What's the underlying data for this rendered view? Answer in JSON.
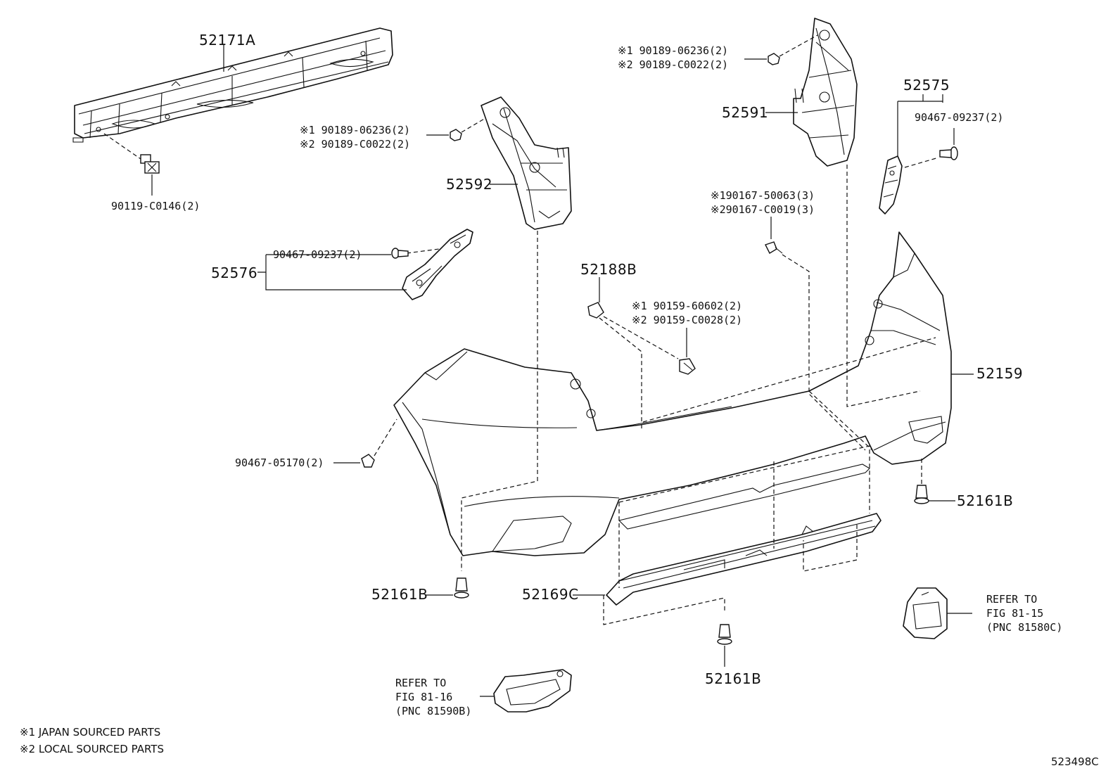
{
  "diagram_code": "523498C",
  "legend": {
    "note1": "※1 JAPAN SOURCED PARTS",
    "note2": "※2 LOCAL SOURCED PARTS"
  },
  "parts": {
    "p52171A": "52171A",
    "p90119": "90119-C0146(2)",
    "p52592": "52592",
    "p52592_n1": "※1 90189-06236(2)",
    "p52592_n2": "※2 90189-C0022(2)",
    "p52576": "52576",
    "p52576_clip": "90467-09237(2)",
    "p52591": "52591",
    "p52591_n1": "※1 90189-06236(2)",
    "p52591_n2": "※2 90189-C0022(2)",
    "p52575": "52575",
    "p52575_clip": "90467-09237(2)",
    "p90167_n1": "※190167-50063(3)",
    "p90167_n2": "※290167-C0019(3)",
    "p52188B": "52188B",
    "p90159_n1": "※1 90159-60602(2)",
    "p90159_n2": "※2 90159-C0028(2)",
    "p52159": "52159",
    "p90467_05170": "90467-05170(2)",
    "p52161B_right": "52161B",
    "p52161B_left": "52161B",
    "p52161B_bottom": "52161B",
    "p52169C": "52169C"
  },
  "refs": {
    "right": {
      "line1": "REFER TO",
      "line2": "FIG 81-15",
      "line3": "(PNC 81580C)"
    },
    "left": {
      "line1": "REFER TO",
      "line2": "FIG 81-16",
      "line3": "(PNC 81590B)"
    }
  }
}
